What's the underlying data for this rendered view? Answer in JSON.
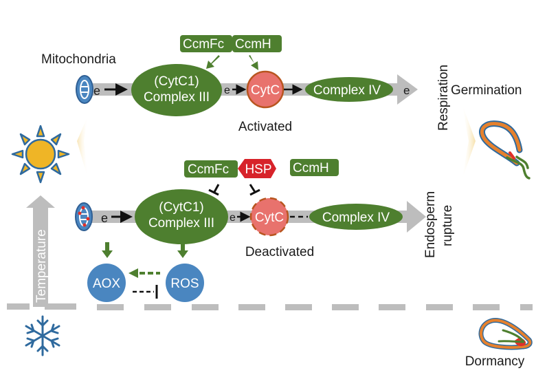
{
  "colors": {
    "green": "#4e7f2f",
    "green_text": "#ffffff",
    "cytc_fill": "#e8726d",
    "cytc_border": "#b8551f",
    "blue": "#4a86c0",
    "blue_dark": "#2f5f94",
    "gray_arrow": "#bdbdbd",
    "hsp_red": "#d7232a",
    "sun_yellow": "#efb526",
    "seed_orange": "#e6812d",
    "seed_red": "#e0302a",
    "text": "#1a1a1a",
    "glow": "#f5dfa0"
  },
  "top": {
    "mitochondria_label": "Mitochondria",
    "e1": "e",
    "complex3_line1": "(CytC1)",
    "complex3_line2": "Complex III",
    "e2": "e",
    "cytc": "CytC",
    "complex4": "Complex IV",
    "e3": "e",
    "ccmfc": "CcmFc",
    "ccmh": "CcmH",
    "state_label": "Activated",
    "side_label_vertical": "Respiration",
    "outcome_label": "Germination"
  },
  "bottom": {
    "e1": "e",
    "complex3_line1": "(CytC1)",
    "complex3_line2": "Complex III",
    "e2": "e",
    "cytc": "CytC",
    "complex4": "Complex IV",
    "ccmfc": "CcmFc",
    "hsp": "HSP",
    "ccmh": "CcmH",
    "state_label": "Deactivated",
    "side_label_vertical_1": "Endosperm",
    "side_label_vertical_2": "rupture",
    "aox": "AOX",
    "ros": "ROS"
  },
  "left": {
    "temperature_label": "Temperature",
    "warm_icon": "sun-icon",
    "cold_icon": "snowflake-icon"
  },
  "right": {
    "germinating_seed_icon": "germinating-seed-icon",
    "dormant_seed_icon": "dormant-seed-icon",
    "dormancy_label": "Dormancy"
  }
}
